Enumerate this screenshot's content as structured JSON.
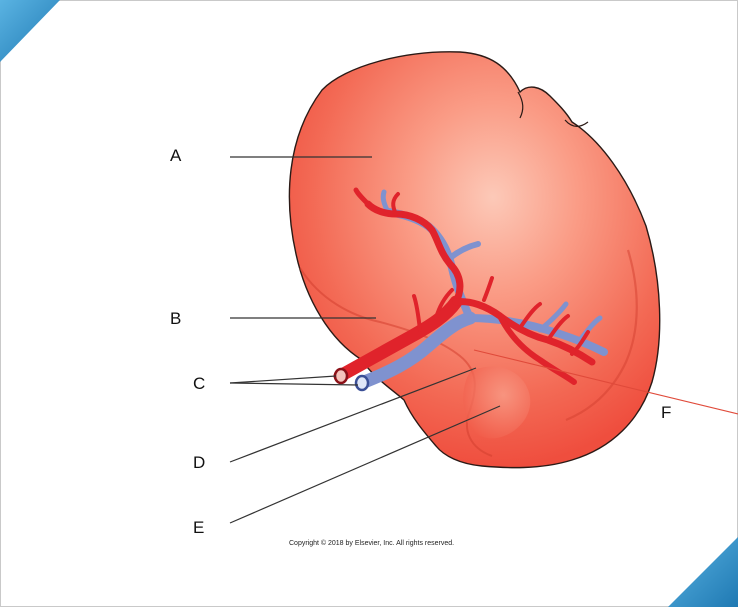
{
  "labels": {
    "a": "A",
    "b": "B",
    "c": "C",
    "d": "D",
    "e": "E",
    "f": "F"
  },
  "copyright": "Copyright © 2018 by Elsevier, Inc. All rights reserved.",
  "colors": {
    "organ_outer": "#f25a48",
    "organ_mid": "#f98a76",
    "organ_highlight": "#fccaba",
    "artery": "#e0232b",
    "vein": "#7f92cf",
    "leader_line": "#333333",
    "pointer_line": "#e04a3a",
    "corner_accent": "#2f8fc4"
  }
}
